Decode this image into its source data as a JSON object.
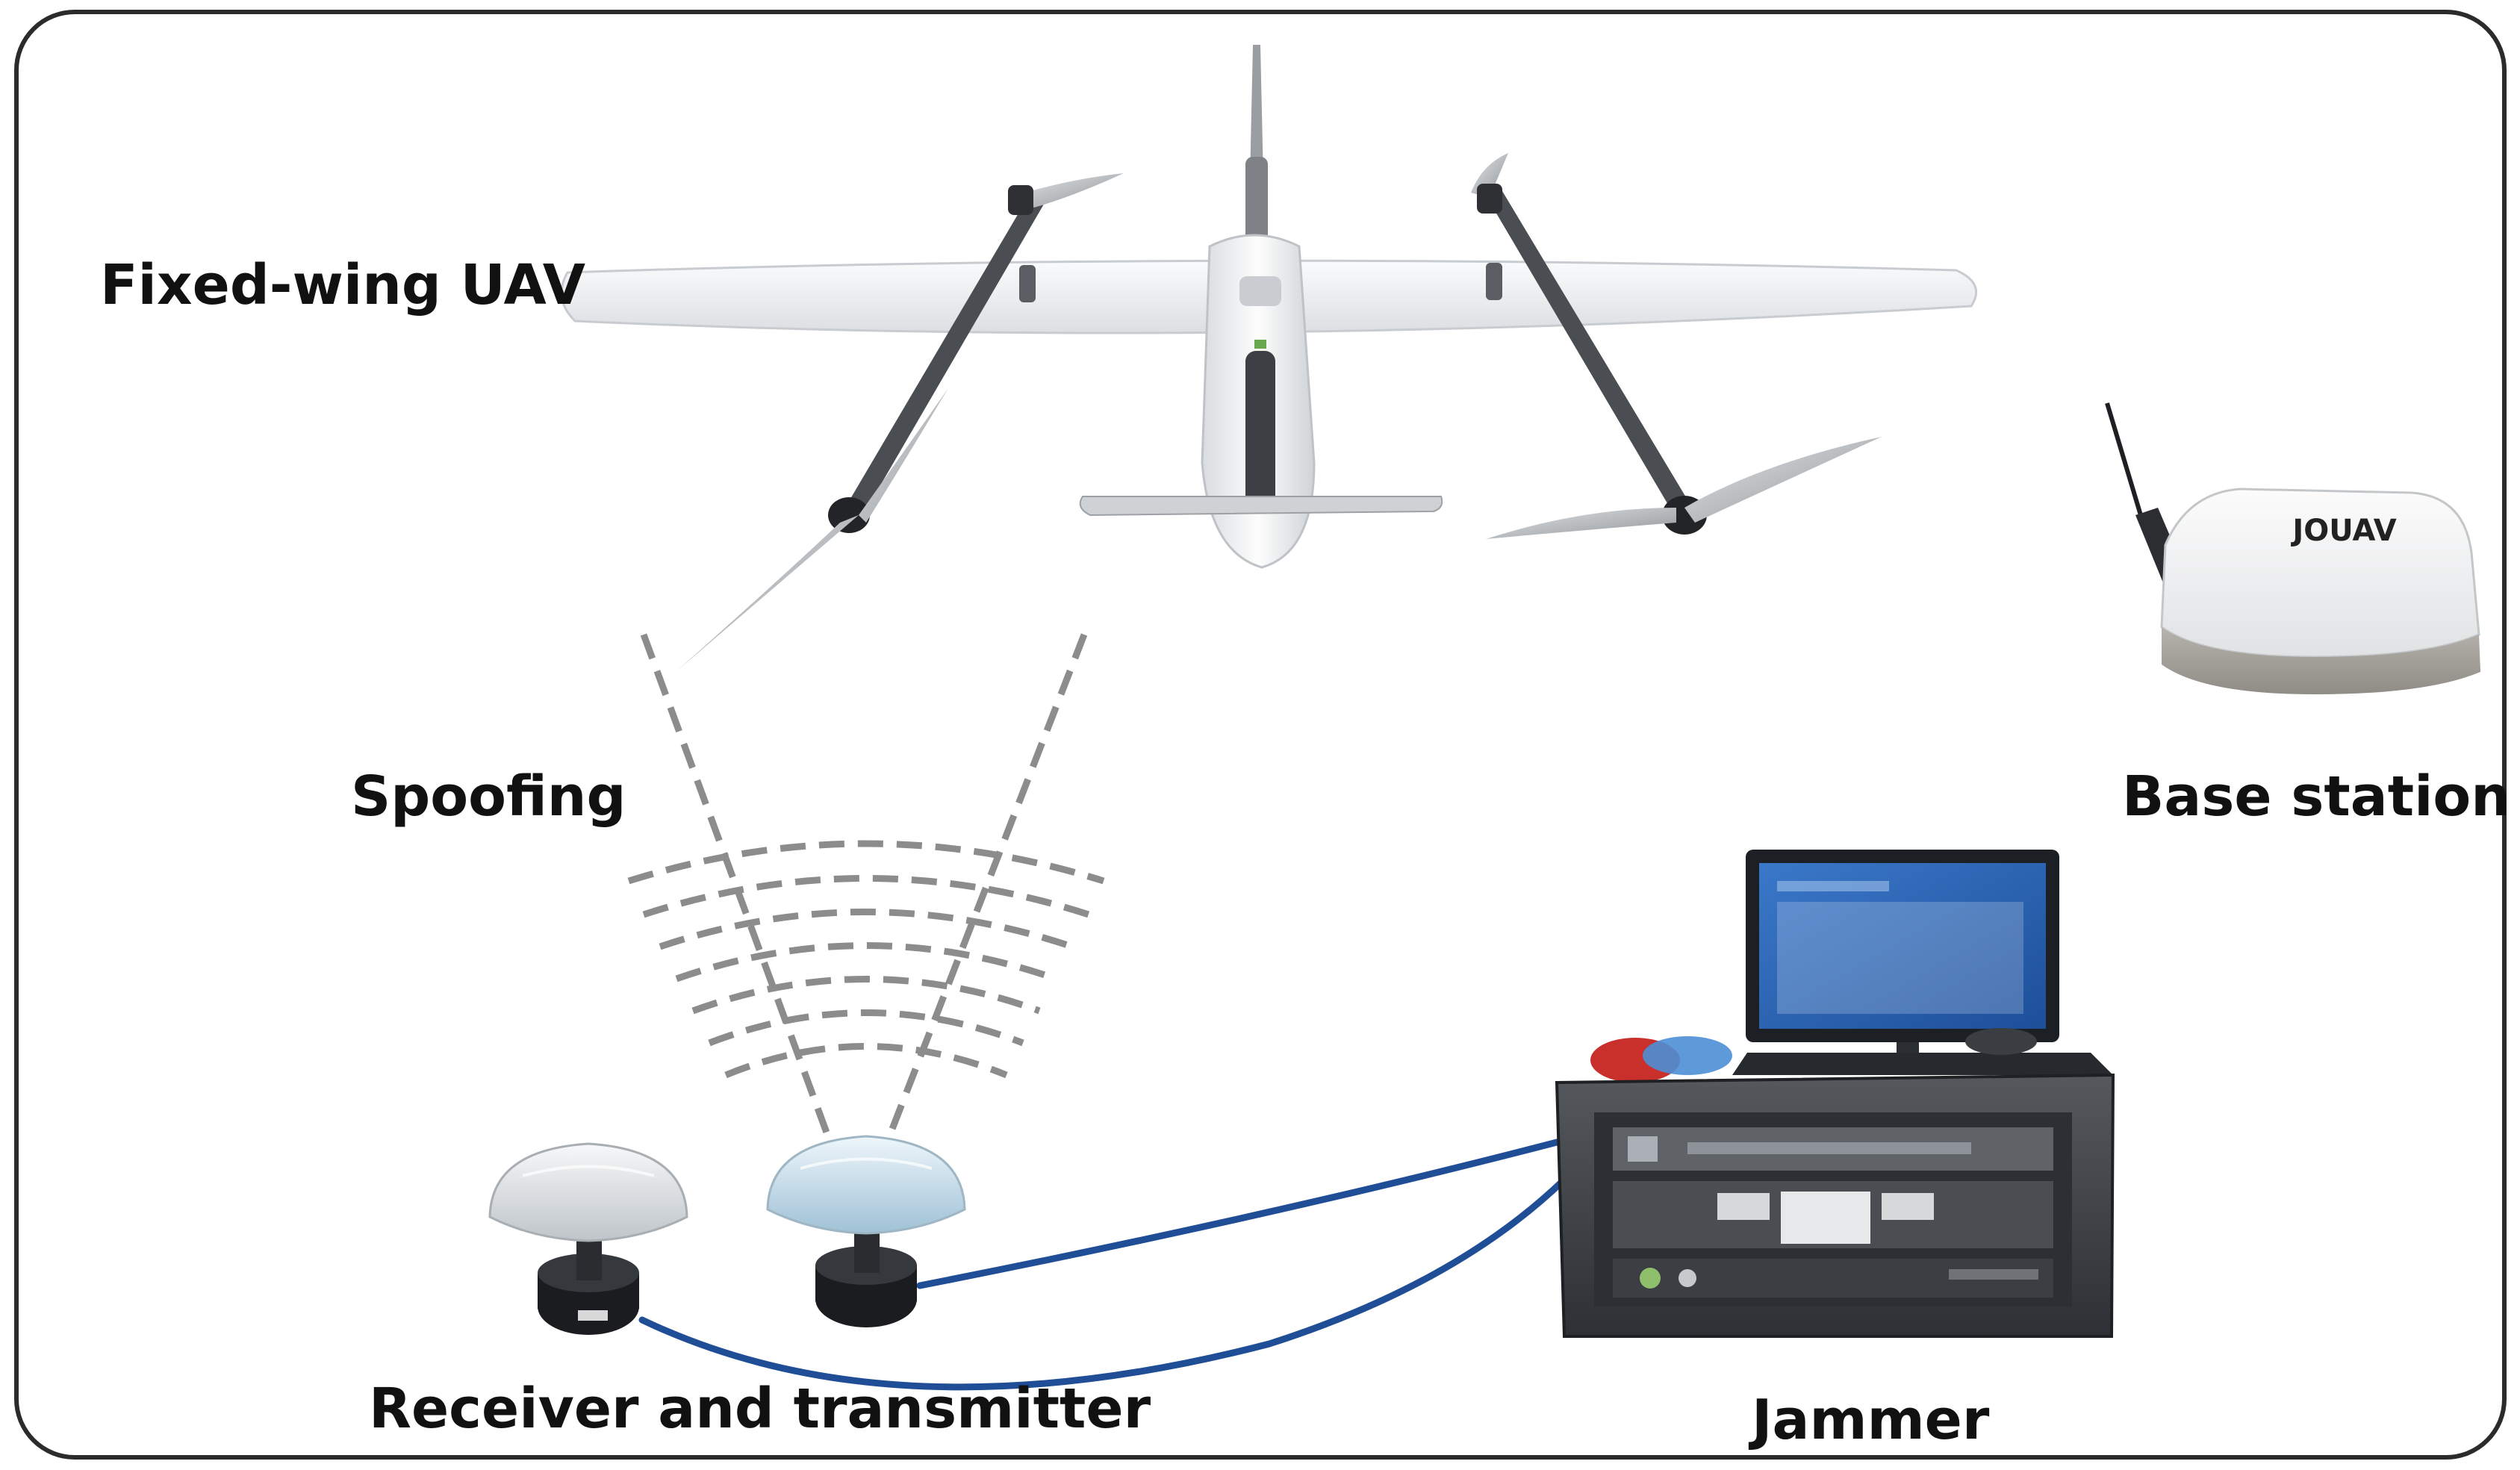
{
  "labels": {
    "uav": "Fixed-wing UAV",
    "spoofing": "Spoofing",
    "base_station": "Base station",
    "receiver_transmitter": "Receiver and transmitter",
    "jammer": "Jammer",
    "base_brand": "JOUAV"
  },
  "colors": {
    "frame": "#2b2b2b",
    "dashes": "#8c8c8c",
    "cable": "#1f4e96",
    "uav_body": "#f2f3f4",
    "strut": "#4a4d52",
    "jammer_case": "#3e4145",
    "monitor": "#1c1f24",
    "screen": "#2a63b8",
    "antenna_dome": "#e9ecee",
    "transmitter_dome": "#cfe3ef"
  },
  "icons": {
    "uav": "fixed-wing-vtol-drone-icon",
    "base_station": "gnss-base-station-icon",
    "jammer": "jammer-rack-with-laptop-icon",
    "antenna": "gnss-antenna-icon"
  }
}
